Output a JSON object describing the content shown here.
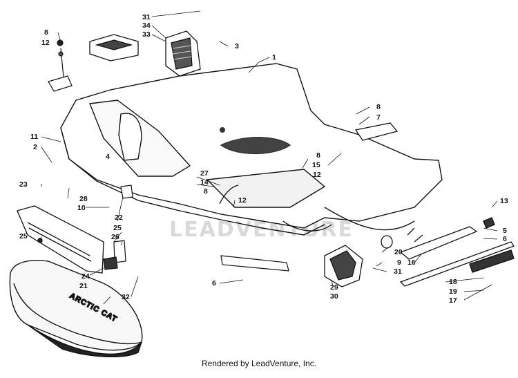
{
  "watermark": "LEADVENTURE",
  "bumper_lettering": "ARCTIC CAT",
  "footer": "Rendered by LeadVenture, Inc.",
  "callouts": [
    "1",
    "2",
    "3",
    "4",
    "5",
    "6",
    "6",
    "7",
    "8",
    "8",
    "8",
    "8",
    "9",
    "10",
    "11",
    "12",
    "12",
    "12",
    "13",
    "14",
    "15",
    "16",
    "17",
    "18",
    "19",
    "20",
    "21",
    "22",
    "23",
    "24",
    "25",
    "25",
    "26",
    "27",
    "28",
    "29",
    "30",
    "31",
    "31",
    "32",
    "33",
    "34"
  ]
}
